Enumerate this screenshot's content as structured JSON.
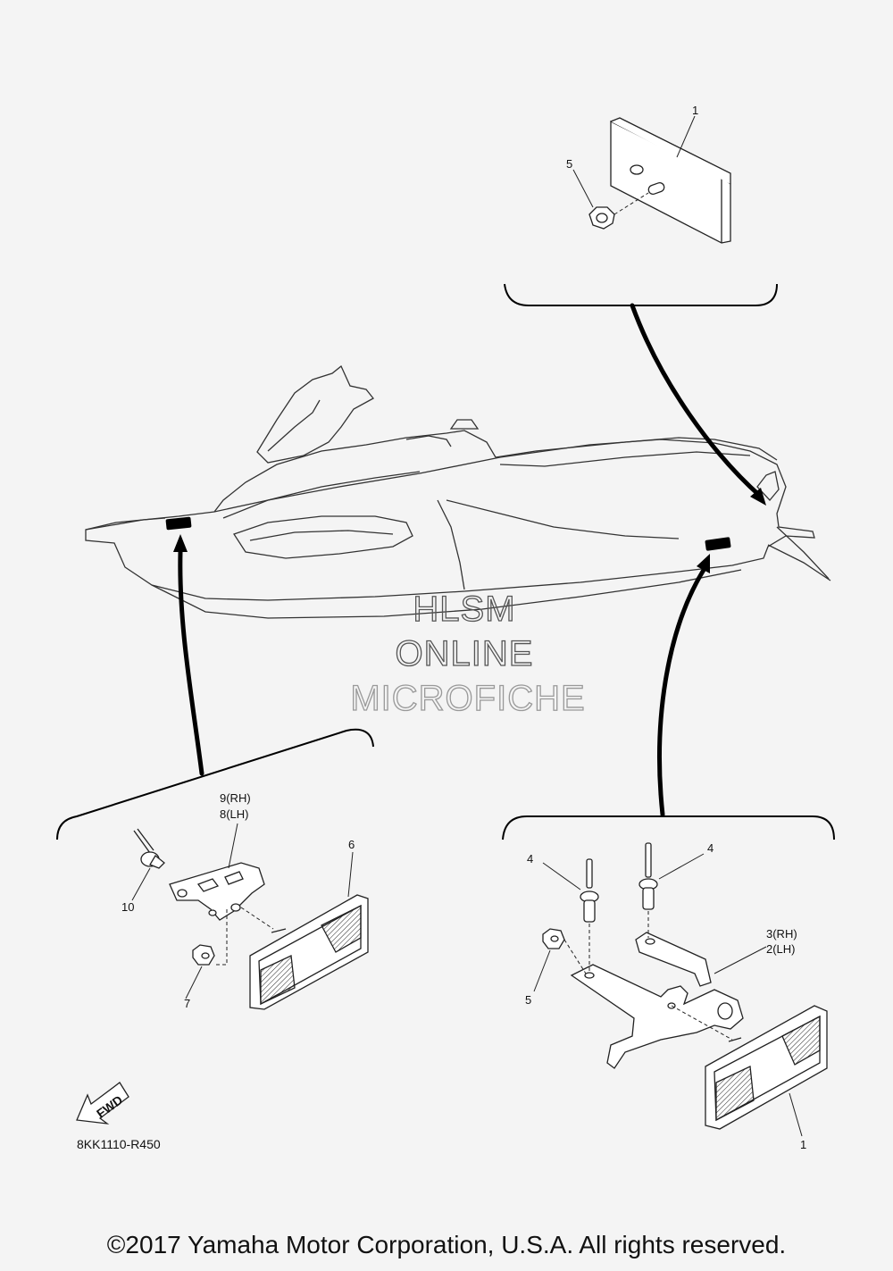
{
  "diagram": {
    "drawing_code": "8KK1110-R450",
    "fwd_label": "FWD",
    "watermark": [
      "HLSM",
      "ONLINE",
      "MICROFICHE"
    ],
    "callouts": {
      "top_reflector": "1",
      "top_nut": "5",
      "left_bracket_rh": "9(RH)",
      "left_bracket_lh": "8(LH)",
      "left_reflector": "6",
      "left_rivet": "10",
      "left_nut": "7",
      "right_rivet_a": "4",
      "right_rivet_b": "4",
      "right_bracket_rh": "3(RH)",
      "right_bracket_lh": "2(LH)",
      "right_nut": "5",
      "right_reflector": "1"
    }
  },
  "footer": {
    "copyright": "©2017 Yamaha Motor Corporation, U.S.A. All rights reserved."
  }
}
